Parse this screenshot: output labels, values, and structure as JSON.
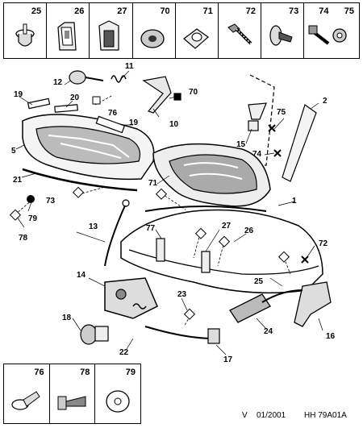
{
  "top_parts": [
    "25",
    "26",
    "27",
    "70",
    "71",
    "72",
    "73",
    "74",
    "75"
  ],
  "callouts": {
    "c1": "1",
    "c2": "2",
    "c5": "5",
    "c10": "10",
    "c11": "11",
    "c12": "12",
    "c13": "13",
    "c14": "14",
    "c15": "15",
    "c16": "16",
    "c17": "17",
    "c18": "18",
    "c19a": "19",
    "c19b": "19",
    "c20": "20",
    "c21": "21",
    "c22": "22",
    "c23": "23",
    "c24": "24",
    "c25": "25",
    "c26": "26",
    "c27": "27",
    "c70": "70",
    "c71": "71",
    "c72": "72",
    "c73": "73",
    "c74": "74",
    "c75": "75",
    "c76": "76",
    "c77": "77",
    "c78": "78",
    "c79": "79"
  },
  "bottom_parts": [
    "76",
    "78",
    "79"
  ],
  "footer": {
    "version": "V",
    "date": "01/2001",
    "ref": "HH 79A01A"
  }
}
